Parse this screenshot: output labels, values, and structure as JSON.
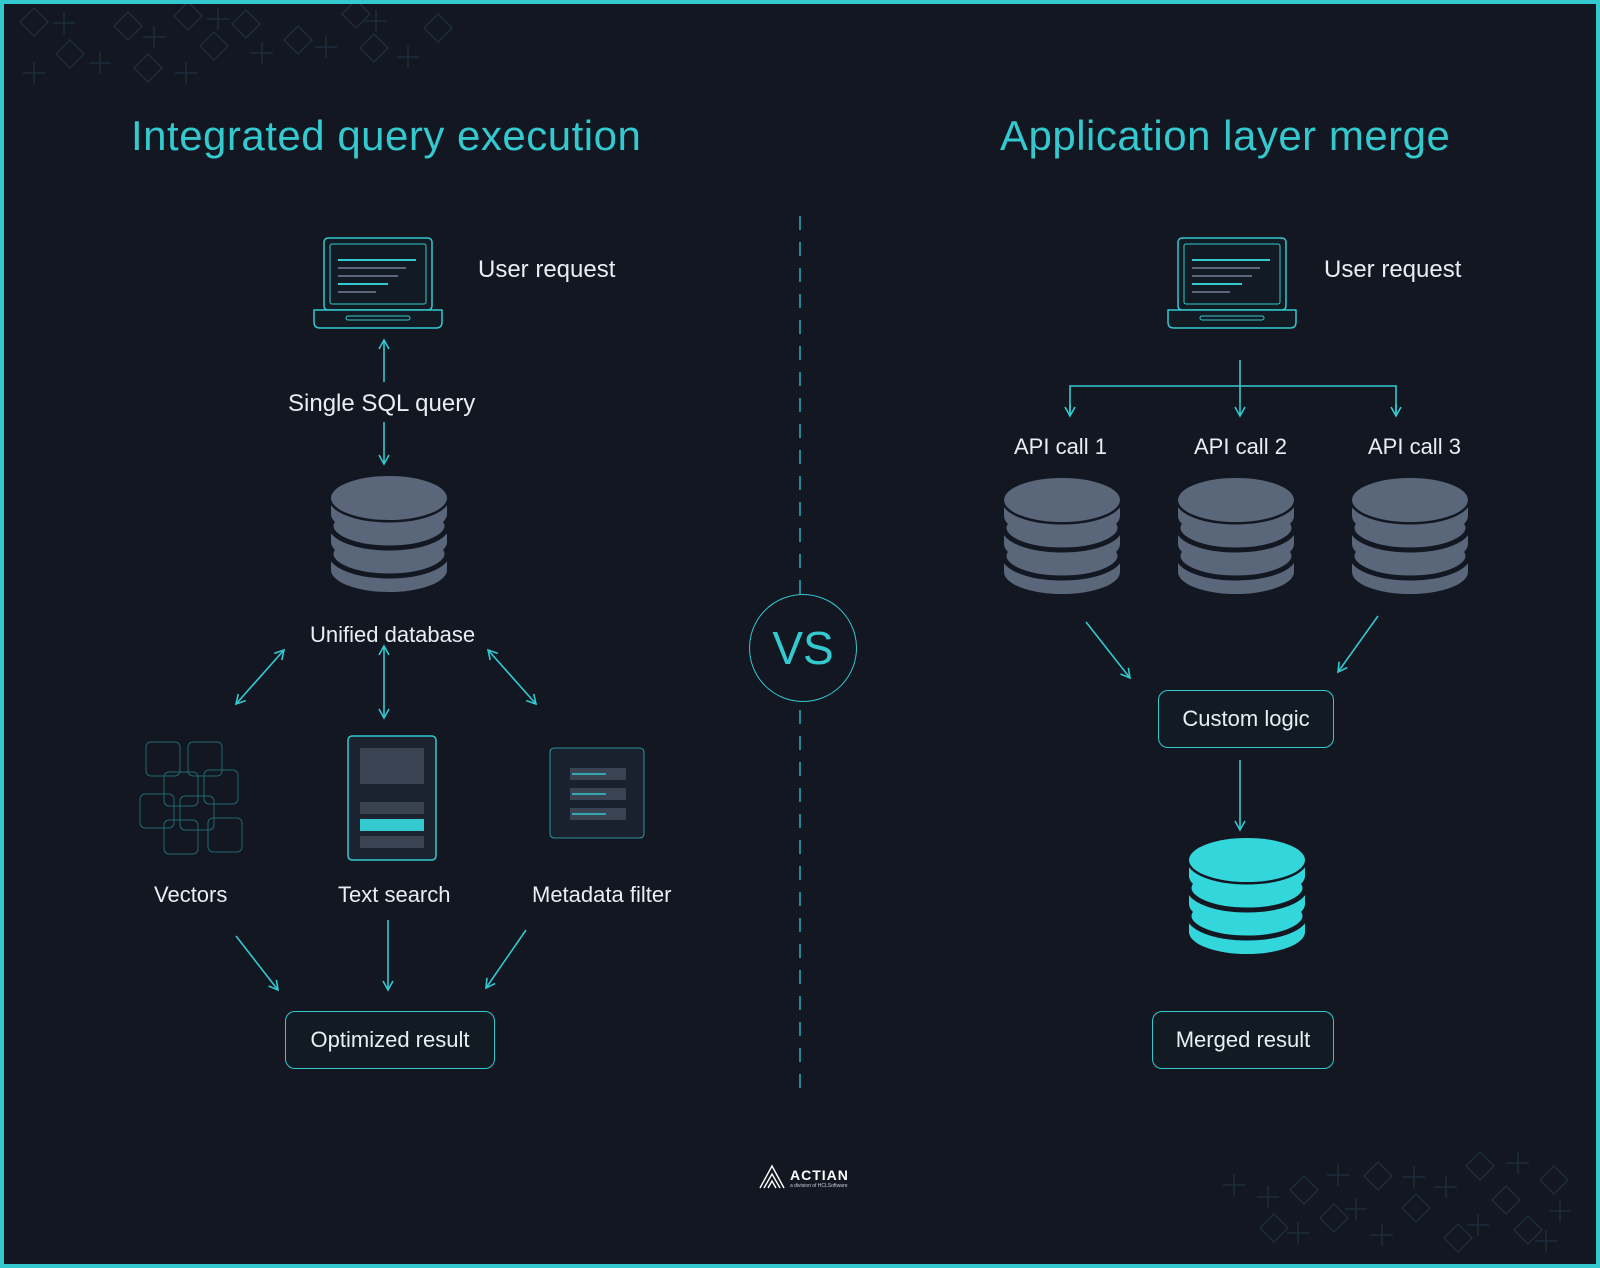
{
  "colors": {
    "background": "#121722",
    "accent": "#33c9cf",
    "db_gray": "#5a6679",
    "db_highlight": "#33d6db",
    "text": "#e8eef2"
  },
  "left": {
    "title": "Integrated query execution",
    "user_request": "User request",
    "query_label": "Single SQL query",
    "database_label": "Unified database",
    "sources": [
      "Vectors",
      "Text search",
      "Metadata filter"
    ],
    "result": "Optimized result"
  },
  "separator": {
    "label": "VS"
  },
  "right": {
    "title": "Application layer merge",
    "user_request": "User request",
    "api_calls": [
      "API call 1",
      "API call 2",
      "API call 3"
    ],
    "logic": "Custom logic",
    "result": "Merged result"
  },
  "footer": {
    "brand": "ACTIAN",
    "tagline": "a division of HCLSoftware"
  },
  "icons": [
    "laptop-icon",
    "database-icon",
    "vectors-icon",
    "text-search-icon",
    "metadata-filter-icon",
    "actian-logo-icon"
  ]
}
